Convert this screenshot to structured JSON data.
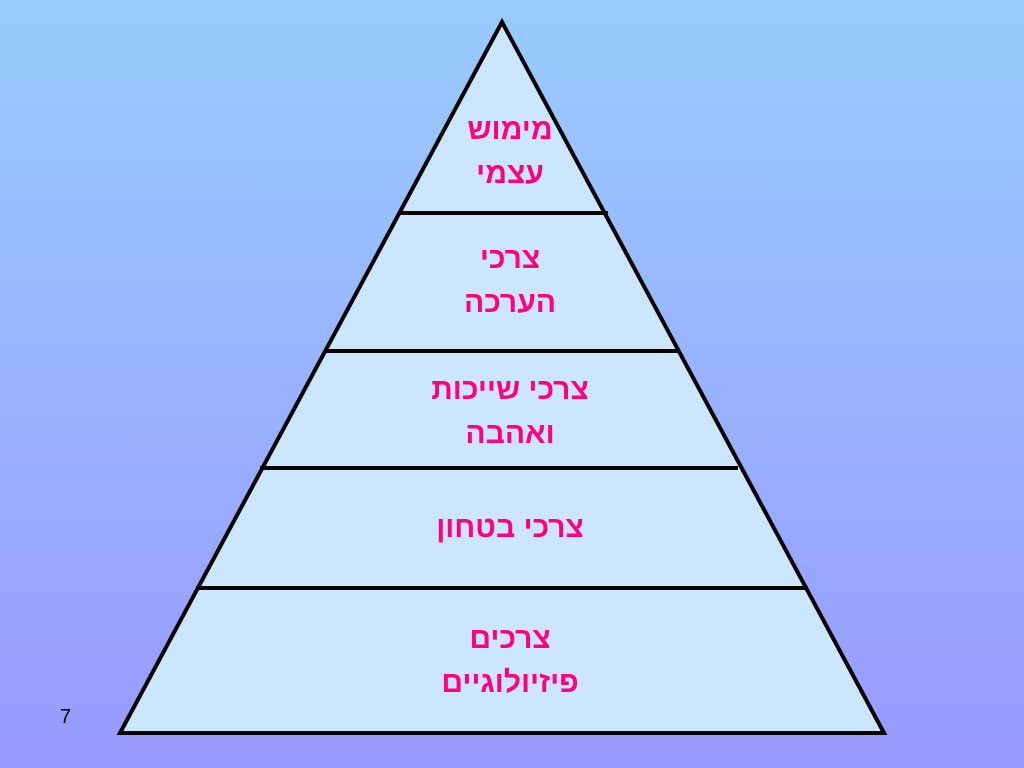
{
  "colors": {
    "background_top": "#99ccff",
    "background_bottom": "#9999ff",
    "pyramid_fill": "#cce6ff",
    "outline": "#000000",
    "label_text": "#ff0080"
  },
  "pyramid": {
    "levels": [
      {
        "line1": "מימוש",
        "line2": "עצמי"
      },
      {
        "line1": "צרכי",
        "line2": "הערכה"
      },
      {
        "line1": "צרכי שייכות",
        "line2": "ואהבה"
      },
      {
        "line1": "צרכי בטחון",
        "line2": ""
      },
      {
        "line1": "צרכים",
        "line2": "פיזיולוגיים"
      }
    ]
  },
  "slide_number": "7"
}
